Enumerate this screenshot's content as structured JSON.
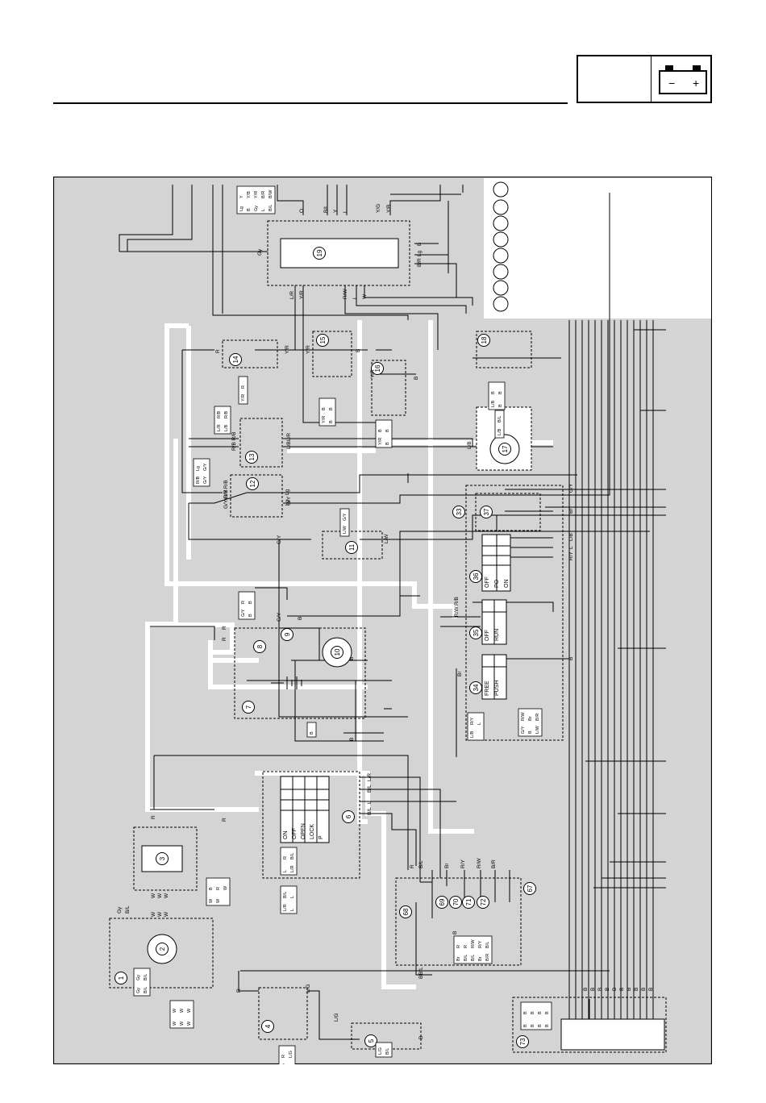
{
  "header": {
    "battery_minus": "−",
    "battery_plus": "+"
  },
  "legend": {
    "items": [
      "",
      "",
      "",
      "",
      "",
      "",
      "",
      ""
    ]
  },
  "components": [
    {
      "id": "c1",
      "num": "1"
    },
    {
      "id": "c2",
      "num": "2"
    },
    {
      "id": "c3",
      "num": "3"
    },
    {
      "id": "c4",
      "num": "4"
    },
    {
      "id": "c5",
      "num": "5"
    },
    {
      "id": "c6",
      "num": "6"
    },
    {
      "id": "c7",
      "num": "7"
    },
    {
      "id": "c8",
      "num": "8"
    },
    {
      "id": "c9",
      "num": "9"
    },
    {
      "id": "c10",
      "num": "10"
    },
    {
      "id": "c11",
      "num": "11"
    },
    {
      "id": "c12",
      "num": "12"
    },
    {
      "id": "c13",
      "num": "13"
    },
    {
      "id": "c14",
      "num": "14"
    },
    {
      "id": "c15",
      "num": "15"
    },
    {
      "id": "c16",
      "num": "16"
    },
    {
      "id": "c17",
      "num": "17"
    },
    {
      "id": "c18",
      "num": "18"
    },
    {
      "id": "c19",
      "num": "19"
    },
    {
      "id": "c33",
      "num": "33"
    },
    {
      "id": "c34",
      "num": "34"
    },
    {
      "id": "c35",
      "num": "35"
    },
    {
      "id": "c36",
      "num": "36"
    },
    {
      "id": "c37",
      "num": "37"
    },
    {
      "id": "c67",
      "num": "67"
    },
    {
      "id": "c68",
      "num": "68"
    },
    {
      "id": "c69",
      "num": "69"
    },
    {
      "id": "c70",
      "num": "70"
    },
    {
      "id": "c71",
      "num": "71"
    },
    {
      "id": "c72",
      "num": "72"
    },
    {
      "id": "c73",
      "num": "73"
    }
  ],
  "switch_labels": {
    "main_switch": [
      "ON",
      "OFF",
      "OPEN",
      "LOCK",
      "P"
    ],
    "lights": [
      "OFF",
      "PO",
      "ON"
    ],
    "engine_stop": [
      "OFF",
      "RUN"
    ],
    "start": [
      "FREE",
      "PUSH"
    ]
  },
  "wire_labels": {
    "top": [
      "O",
      "B/L",
      "Y",
      "L",
      "Y/G",
      "Y/B"
    ],
    "ecu_left": "Gy",
    "ecu_right": [
      "B",
      "Lg",
      "B/R"
    ],
    "ecu_bottom": [
      "L/R",
      "Y/R",
      "R/W",
      "L",
      "W"
    ],
    "left_col": [
      "R",
      "R/B R/B",
      "G/Y R/B",
      "G/Y R/B",
      "G/Y",
      "G/Y",
      "R",
      "R",
      "R",
      "R",
      "Gy",
      "B/L"
    ],
    "mid": [
      "Y/R",
      "Y/R",
      "B",
      "Y/R",
      "B",
      "L/R",
      "L/B",
      "Lg",
      "G/Y",
      "Lg",
      "L/W",
      "B",
      "B",
      "B",
      "B",
      "L/B"
    ],
    "panel33": [
      "G/Y",
      "Br",
      "L/B",
      "L",
      "R/Y",
      "R/B",
      "R/W",
      "B",
      "Br"
    ],
    "switch6": [
      "L/R",
      "B/L",
      "L",
      "B/L"
    ],
    "fuse_block": [
      "R",
      "B/L",
      "Br",
      "R/Y",
      "R/W",
      "B/R",
      "B/L",
      "B"
    ],
    "ground": [
      "B",
      "B",
      "B",
      "B",
      "B",
      "B",
      "B",
      "B",
      "B",
      "B"
    ],
    "generator": [
      "W",
      "W",
      "W",
      "W",
      "W",
      "W"
    ],
    "starter": [
      "R",
      "L/G",
      "L/G",
      "B"
    ]
  },
  "connector_texts": {
    "top_conn": [
      "Y",
      "Y/B",
      "Y/R",
      "B/R",
      "B/W",
      "Lg",
      "B",
      "Gy",
      "L",
      "B/L"
    ],
    "c14": [
      "R",
      "Y/R"
    ],
    "c13": [
      "R/B",
      "R/B",
      "L/R",
      "L/B"
    ],
    "c12": [
      "Lg",
      "G/Y",
      "R/B",
      "G/Y"
    ],
    "c11": [
      "G/Y",
      "L/W"
    ],
    "c9": [
      "R",
      "B",
      "G/Y",
      "B"
    ],
    "c7": [
      "B"
    ],
    "c15": [
      "B",
      "B",
      "Y/R",
      "B"
    ],
    "c16": [
      "B",
      "B",
      "Y/R",
      "B"
    ],
    "c18": [
      "B",
      "B",
      "L/B",
      "B"
    ],
    "c17": [
      "B/L",
      "L/B"
    ],
    "c6": [
      "R",
      "B/L",
      "L",
      "L/R"
    ],
    "c6b": [
      "B/L",
      "L",
      "L/R",
      "L"
    ],
    "c3": [
      "B",
      "R",
      "W",
      "W",
      "W"
    ],
    "c1": [
      "Gy",
      "B/L",
      "Gy",
      "B/L"
    ],
    "c2": [
      "W",
      "W",
      "W",
      "W",
      "W",
      "W"
    ],
    "c4": [
      "R",
      "L/G",
      "L/G",
      "R"
    ],
    "c33a": [
      "R/Y",
      "L",
      "L/B"
    ],
    "c33b": [
      "R/W",
      "Br",
      "B/R",
      "G/Y",
      "B",
      "L/W"
    ],
    "c67": [
      "R",
      "R",
      "R/W",
      "R/Y",
      "B/L",
      "Br",
      "B/L",
      "B/L",
      "Br",
      "B/R"
    ],
    "c73": [
      "B",
      "B",
      "B",
      "B",
      "B",
      "B",
      "B",
      "B"
    ],
    "c5": [
      "L/G",
      "B/L"
    ]
  }
}
